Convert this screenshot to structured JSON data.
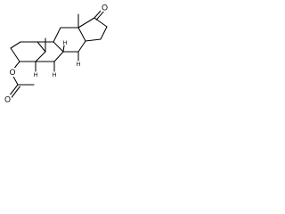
{
  "atoms": {
    "ketone_oxygen": "O",
    "ester_oxygen_ring": "O",
    "ester_carbonyl_oxygen": "O",
    "stereo_hydrogens": [
      "H",
      "H",
      "H",
      "H"
    ]
  }
}
